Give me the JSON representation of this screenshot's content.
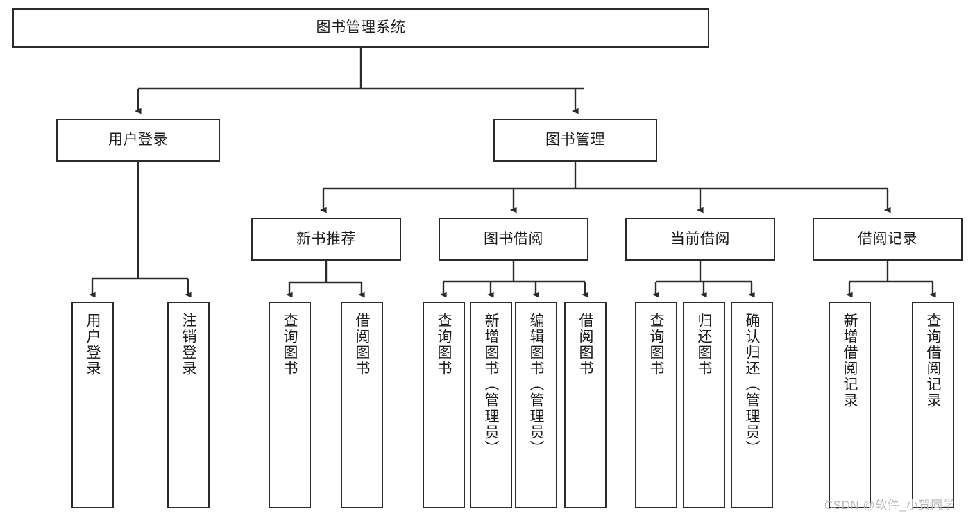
{
  "diagram": {
    "title": "图书管理系统",
    "watermark": "CSDN @软件_小贺同学",
    "stroke_color": "#2b2b2b",
    "fill_color": "#ffffff",
    "text_color": "#1a1a1a",
    "watermark_color": "#b9b9b9"
  },
  "root": {
    "label": "图书管理系统"
  },
  "level2": [
    {
      "label": "用户登录"
    },
    {
      "label": "图书管理"
    }
  ],
  "level3": [
    {
      "label": "新书推荐"
    },
    {
      "label": "图书借阅"
    },
    {
      "label": "当前借阅"
    },
    {
      "label": "借阅记录"
    }
  ],
  "leaves": {
    "user_login": [
      {
        "label": "用户登录"
      },
      {
        "label": "注销登录"
      }
    ],
    "new_book_recommend": [
      {
        "label": "查询图书"
      },
      {
        "label": "借阅图书"
      }
    ],
    "book_borrow": [
      {
        "label": "查询图书"
      },
      {
        "label": "新增图书（管理员）"
      },
      {
        "label": "编辑图书（管理员）"
      },
      {
        "label": "借阅图书"
      }
    ],
    "current_borrow": [
      {
        "label": "查询图书"
      },
      {
        "label": "归还图书"
      },
      {
        "label": "确认归还（管理员）"
      }
    ],
    "borrow_record": [
      {
        "label": "新增借阅记录"
      },
      {
        "label": "查询借阅记录"
      }
    ]
  }
}
